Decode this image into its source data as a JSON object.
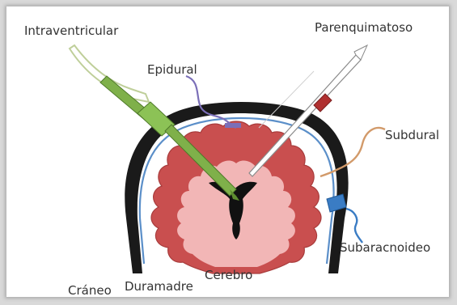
{
  "labels": {
    "intraventricular": "Intraventricular",
    "epidural": "Epidural",
    "parenquimatoso": "Parenquimatoso",
    "subdural": "Subdural",
    "subaracnoideo": "Subaracnoideo",
    "craneo": "Cráneo",
    "duramadre": "Duramadre",
    "cerebro": "Cerebro"
  },
  "colors": {
    "frame": "#d9d9d9",
    "skull": "#1a1a1a",
    "dura": "#5b8fc9",
    "cortex": "#c94f4f",
    "white_matter": "#f2b6b6",
    "ventricle": "#111111",
    "intraventricular_probe": "#7fb04a",
    "parenquimatoso_probe": "#ffffff",
    "parenquimatoso_tip": "#b03030",
    "epidural_wire": "#7b6fb8",
    "subdural_wire": "#d29a6a",
    "subaracnoideo_wire": "#3a7cc4",
    "label_text": "#333333"
  },
  "icons": {
    "intraventricular": "intraventricular-catheter-icon",
    "parenquimatoso": "parenchymal-probe-icon",
    "epidural": "epidural-sensor-icon",
    "subdural": "subdural-sensor-icon",
    "subaracnoideo": "subarachnoid-bolt-icon"
  }
}
